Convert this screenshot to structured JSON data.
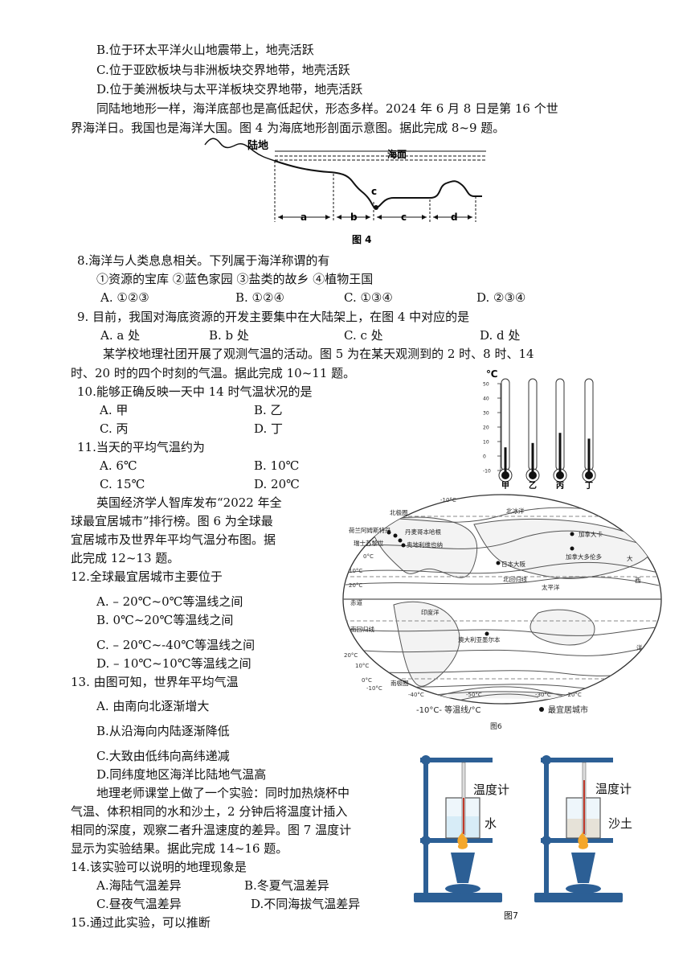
{
  "lines": {
    "l1": "B.位于环太平洋火山地震带上，地壳活跃",
    "l2": "C.位于亚欧板块与非洲板块交界地带，地壳活跃",
    "l3": "D.位于美洲板块与太平洋板块交界地带，地壳活跃",
    "p1a": "同陆地地形一样，海洋底部也是高低起伏，形态多样。2024 年 6 月 8 日是第 16 个世",
    "p1b": "界海洋日。我国也是海洋大国。图 4 为海底地形剖面示意图。据此完成 8~9 题。"
  },
  "fig4": {
    "land": "陆地",
    "sea": "海面",
    "c_mark": "c",
    "a": "a",
    "b": "b",
    "c": "c",
    "d": "d",
    "caption": "图 4"
  },
  "q8": {
    "stem": "8.海洋与人类息息相关。下列属于海洋称谓的有",
    "items": "①资源的宝库 ②蓝色家园 ③盐类的故乡 ④植物王国",
    "A": "A. ①②③",
    "B": "B. ①②④",
    "C": "C. ①③④",
    "D": "D. ②③④"
  },
  "q9": {
    "stem": "9. 目前，我国对海底资源的开发主要集中在大陆架上，在图 4 中对应的是",
    "A": "A. a 处",
    "B": "B. b 处",
    "C": "C. c 处",
    "D": "D. d 处"
  },
  "p2": {
    "a": "某学校地理社团开展了观测气温的活动。图 5 为在某天观测到的 2 时、8 时、14",
    "b": "时、20 时的四个时刻的气温。据此完成 10~11 题。"
  },
  "q10": {
    "stem": "10.能够正确反映一天中 14 时气温状况的是",
    "A": "A. 甲",
    "B": "B. 乙",
    "C": "C. 丙",
    "D": "D. 丁"
  },
  "q11": {
    "stem": "11.当天的平均气温约为",
    "A": "A. 6℃",
    "B": "B. 10℃",
    "C": "C. 15℃",
    "D": "D. 20℃"
  },
  "fig5": {
    "unit": "℃",
    "ticks": [
      "50",
      "40",
      "30",
      "20",
      "10",
      "0",
      "-10"
    ],
    "labels": [
      "甲",
      "乙",
      "丙",
      "丁"
    ],
    "values": [
      6,
      9,
      16,
      12
    ]
  },
  "p3": {
    "a": "英国经济学人智库发布“2022 年全",
    "b": "球最宜居城市”排行榜。图 6 为全球最",
    "c": "宜居城市及世界年平均气温分布图。据",
    "d": "此完成 12~13 题。"
  },
  "q12": {
    "stem": "12.全球最宜居城市主要位于",
    "A": "A. – 20℃~0℃等温线之间",
    "B": "B. 0℃~20℃等温线之间",
    "C": "C. – 20℃~-40℃等温线之间",
    "D": "D. – 10℃~10℃等温线之间"
  },
  "q13": {
    "stem": "13. 由图可知，世界年平均气温",
    "A": "A. 由南向北逐渐增大",
    "B": "B.从沿海向内陆逐渐降低",
    "C": "C.大致由低纬向高纬递减",
    "D": "D.同纬度地区海洋比陆地气温高"
  },
  "fig6": {
    "labels": {
      "north_pole": "北极圈",
      "arctic": "北冰洋",
      "amsterdam": "荷兰阿姆斯特丹",
      "copenhagen": "丹麦哥本哈根",
      "zurich": "瑞士苏黎世",
      "vienna": "奥地利维也纳",
      "calgary": "加拿大卡",
      "toronto": "加拿大多伦多",
      "osaka": "日本大阪",
      "tropic_n": "北回归线",
      "pacific": "太平洋",
      "equator": "赤道",
      "indian": "印度洋",
      "tropic_s": "南回归线",
      "melbourne": "澳大利亚墨尔本",
      "antarctic": "南极圈",
      "da": "大",
      "xi": "西",
      "yang": "洋"
    },
    "isotherms": [
      "-10°C",
      "0°C",
      "10°C",
      "20°C",
      "20°C",
      "10°C",
      "0°C",
      "-10°C",
      "-40°C",
      "-50°C",
      "-30°C",
      "-20°C"
    ],
    "legend_iso": "-10°C- 等温线/°C",
    "legend_city": "最宜居城市",
    "caption": "图6"
  },
  "p4": {
    "a": "地理老师课堂上做了一个实验：同时加热烧杯中",
    "b": "气温、体积相同的水和沙土，2 分钟后将温度计插入",
    "c": "相同的深度，观察二者升温速度的差异。图 7 温度计",
    "d": "显示为实验结果。据此完成 14~16 题。"
  },
  "q14": {
    "stem": "14.该实验可以说明的地理现象是",
    "A": "A.海陆气温差异",
    "B": "B.冬夏气温差异",
    "C": "C.昼夜气温差异",
    "D": "D.不同海拔气温差异"
  },
  "q15": {
    "stem": "15.通过此实验，可以推断"
  },
  "fig7": {
    "thermo": "温度计",
    "water": "水",
    "sand": "沙土",
    "caption": "图7"
  }
}
